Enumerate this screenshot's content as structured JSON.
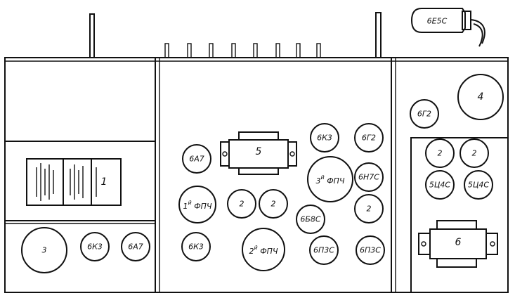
{
  "tube_top": "6Е5С",
  "left": {
    "dial_number": "1",
    "num_3": "3",
    "tube_a": "6К3",
    "tube_b": "6А7"
  },
  "center": {
    "transformer_5": "5",
    "t_6A7": "6А7",
    "fpch1_prefix": "1",
    "fpch1_sup": "й",
    "fpch1_text": " ФПЧ",
    "t_2a": "2",
    "t_2b": "2",
    "t_6K3_low": "6К3",
    "fpch2_prefix": "2",
    "fpch2_sup": "й",
    "fpch2_text": " ФПЧ",
    "t_6K3_top": "6К3",
    "t_6G2": "6Г2",
    "fpch3_prefix": "3",
    "fpch3_sup": "й",
    "fpch3_text": " ФПЧ",
    "t_6N7S": "6Н7С",
    "t_2c": "2",
    "t_6B8S": "6Б8С",
    "t_6P3S_a": "6П3С",
    "t_6P3S_b": "6П3С"
  },
  "right": {
    "num_4": "4",
    "t_6G2": "6Г2",
    "t_2a": "2",
    "t_2b": "2",
    "t_5C4S_a": "5Ц4С",
    "t_5C4S_b": "5Ц4С",
    "transformer_6": "6"
  }
}
